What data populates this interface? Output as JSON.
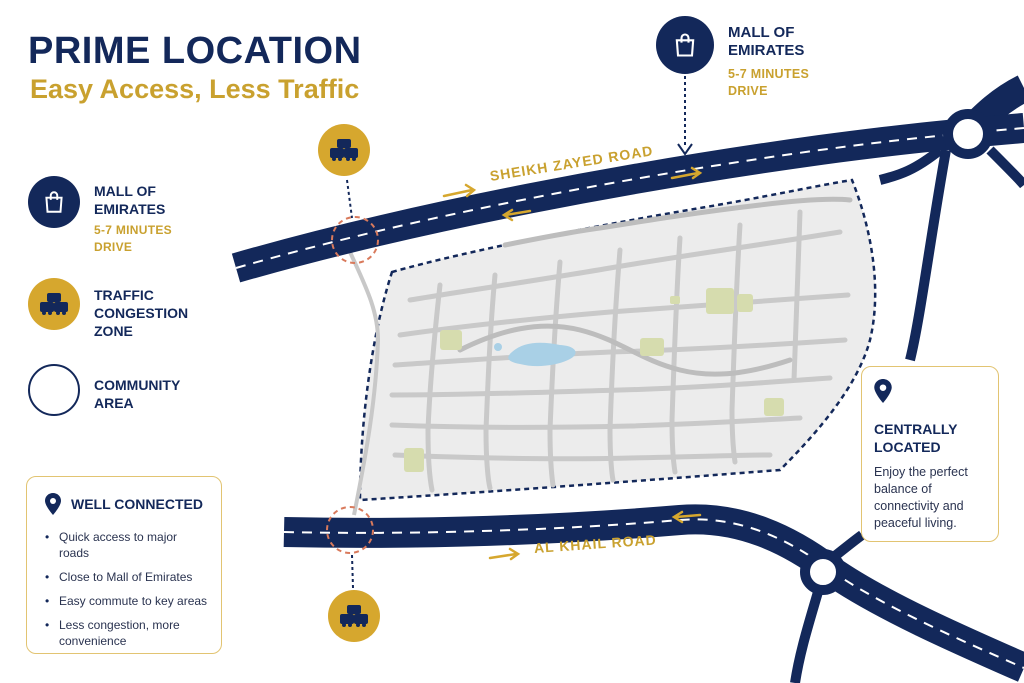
{
  "header": {
    "title": "PRIME LOCATION",
    "subtitle": "Easy Access, Less Traffic"
  },
  "legend": {
    "mall": {
      "icon": "shopping-bag-icon",
      "label_line1": "MALL OF",
      "label_line2": "EMIRATES",
      "sub_line1": "5-7 MINUTES",
      "sub_line2": "DRIVE"
    },
    "traffic": {
      "icon": "cars-icon",
      "label_line1": "TRAFFIC",
      "label_line2": "CONGESTION",
      "label_line3": "ZONE"
    },
    "community": {
      "label_line1": "COMMUNITY",
      "label_line2": "AREA"
    }
  },
  "well_connected": {
    "icon": "location-pin-icon",
    "title": "WELL CONNECTED",
    "items": [
      "Quick access to major roads",
      "Close to Mall of Emirates",
      "Easy commute to key areas",
      "Less congestion, more convenience"
    ]
  },
  "map": {
    "roads": {
      "sheikh_zayed": "SHEIKH ZAYED ROAD",
      "al_khail": "AL KHAIL ROAD"
    },
    "mall_callout": {
      "icon": "shopping-bag-icon",
      "label_line1": "MALL OF",
      "label_line2": "EMIRATES",
      "sub_line1": "5-7 MINUTES",
      "sub_line2": "DRIVE"
    },
    "centrally_located": {
      "icon": "location-pin-icon",
      "title_line1": "CENTRALLY",
      "title_line2": "LOCATED",
      "body": "Enjoy the perfect balance of connectivity and peaceful living."
    }
  },
  "colors": {
    "navy": "#13285a",
    "gold": "#d6a72e",
    "community_fill": "#ececec",
    "park_green": "#d6dcae",
    "lake_blue": "#a9d0e6"
  }
}
